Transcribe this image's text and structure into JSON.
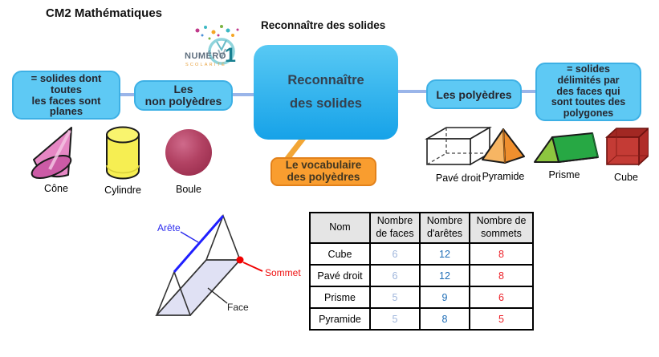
{
  "header": {
    "course": "CM2 Mathématiques",
    "title": "Reconnaître des solides"
  },
  "logo": {
    "brand": "Numéro",
    "one": "1",
    "tagline": "SCOLARITÉ"
  },
  "map": {
    "center": "Reconnaître\ndes solides",
    "left_definition": "= solides dont\ntoutes\nles faces sont\nplanes",
    "left_branch": "Les\nnon polyèdres",
    "right_branch": "Les polyèdres",
    "right_definition": "= solides\ndélimités par\ndes faces qui\nsont toutes des\npolygones",
    "vocab": "Le vocabulaire\ndes polyèdres"
  },
  "non_polyhedra": [
    {
      "label": "Cône",
      "icon": "cone-icon"
    },
    {
      "label": "Cylindre",
      "icon": "cylinder-icon"
    },
    {
      "label": "Boule",
      "icon": "sphere-icon"
    }
  ],
  "polyhedra": [
    {
      "label": "Pavé droit",
      "icon": "box-icon"
    },
    {
      "label": "Pyramide",
      "icon": "pyramid-icon"
    },
    {
      "label": "Prisme",
      "icon": "prism-icon"
    },
    {
      "label": "Cube",
      "icon": "cube-icon"
    }
  ],
  "diagram": {
    "edge_label": "Arête",
    "vertex_label": "Sommet",
    "face_label": "Face"
  },
  "table": {
    "columns": [
      "Nom",
      "Nombre de faces",
      "Nombre d'arêtes",
      "Nombre de sommets"
    ],
    "rows": [
      {
        "name": "Cube",
        "faces": "6",
        "edges": "12",
        "vertices": "8"
      },
      {
        "name": "Pavé droit",
        "faces": "6",
        "edges": "12",
        "vertices": "8"
      },
      {
        "name": "Prisme",
        "faces": "5",
        "edges": "9",
        "vertices": "6"
      },
      {
        "name": "Pyramide",
        "faces": "5",
        "edges": "8",
        "vertices": "5"
      }
    ]
  },
  "colors": {
    "box_blue": "#5ec9f4",
    "box_blue_border": "#3db0e5",
    "center_gradient_top": "#58c9f4",
    "center_gradient_bottom": "#16a2e8",
    "orange": "#f99d2f",
    "connector_blue": "#9ab5e9",
    "table_faces": "#9fb6dc",
    "table_edges": "#1e6db6",
    "table_vertices": "#ec1c24",
    "edge_highlight": "#1f1fff",
    "vertex_red": "#f00000"
  }
}
